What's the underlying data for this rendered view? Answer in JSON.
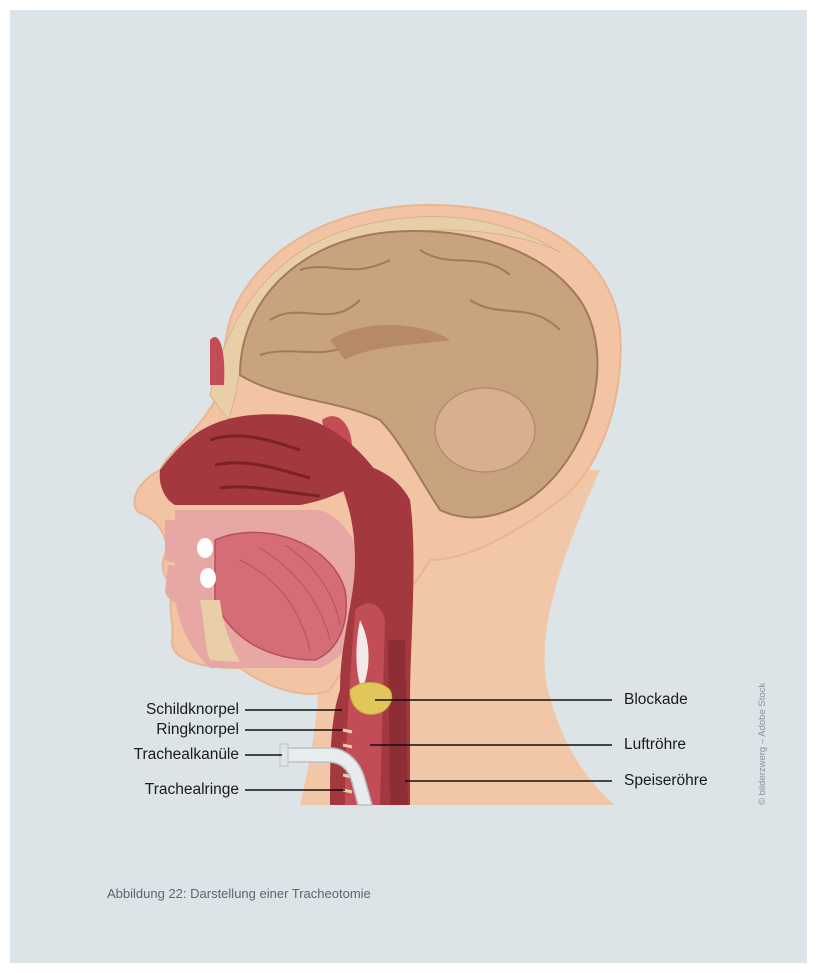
{
  "labels": {
    "schildknorpel": "Schildknorpel",
    "ringknorpel": "Ringknorpel",
    "trachealkanuele": "Trachealkanüle",
    "trachealringe": "Trachealringe",
    "blockade": "Blockade",
    "luftroehre": "Luftröhre",
    "speiseroehre": "Speiseröhre"
  },
  "credit": "© bilderzwerg – Adobe Stock",
  "caption": "Abbildung 22: Darstellung einer Tracheotomie",
  "colors": {
    "background": "#dde4e8",
    "skin": "#f3c4a4",
    "bone": "#e9cfa8",
    "brain": "#c9a27e",
    "tissue": "#a3383f",
    "cannula": "#e8ecef",
    "blockade": "#e3c65a"
  }
}
